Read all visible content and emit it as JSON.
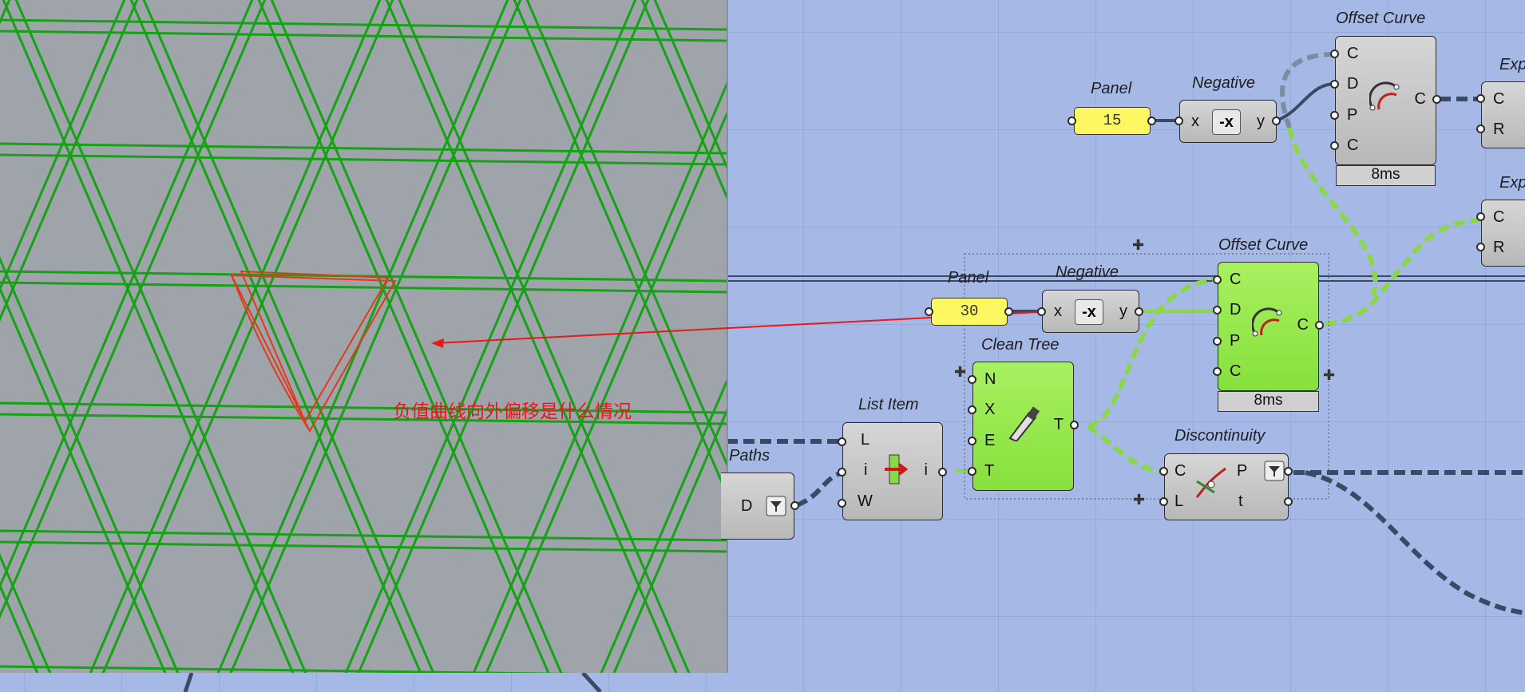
{
  "annotation": {
    "text": "负值曲线向外偏移是什么情况"
  },
  "components": {
    "panel_top": {
      "title": "Panel",
      "value": "15"
    },
    "negative_top": {
      "title": "Negative",
      "in": "x",
      "out": "y"
    },
    "offset_top": {
      "title": "Offset Curve",
      "inputs": [
        "C",
        "D",
        "P",
        "C"
      ],
      "output": "C",
      "time": "8ms"
    },
    "explode_a": {
      "title": "Exp",
      "inputs": [
        "C",
        "R"
      ]
    },
    "explode_b": {
      "title": "Exp",
      "inputs": [
        "C",
        "R"
      ]
    },
    "panel_mid": {
      "title": "Panel",
      "value": "30"
    },
    "negative_mid": {
      "title": "Negative",
      "in": "x",
      "out": "y"
    },
    "offset_mid": {
      "title": "Offset Curve",
      "inputs": [
        "C",
        "D",
        "P",
        "C"
      ],
      "output": "C",
      "time": "8ms"
    },
    "clean_tree": {
      "title": "Clean Tree",
      "inputs": [
        "N",
        "X",
        "E",
        "T"
      ],
      "output": "T"
    },
    "list_item": {
      "title": "List Item",
      "inputs": [
        "L",
        "i",
        "W"
      ],
      "output": "i"
    },
    "paths": {
      "title": "Paths",
      "port": "D"
    },
    "discontinuity": {
      "title": "Discontinuity",
      "inputs": [
        "C",
        "L"
      ],
      "outputs": [
        "P",
        "t"
      ]
    }
  },
  "colors": {
    "canvas": "#a6b8e6",
    "viewport": "#9ea4aa",
    "grid_lines": "#15a215",
    "sketch": "#e03a1a",
    "wire": "#3a4a66",
    "wire_selected": "#8ad84a"
  }
}
